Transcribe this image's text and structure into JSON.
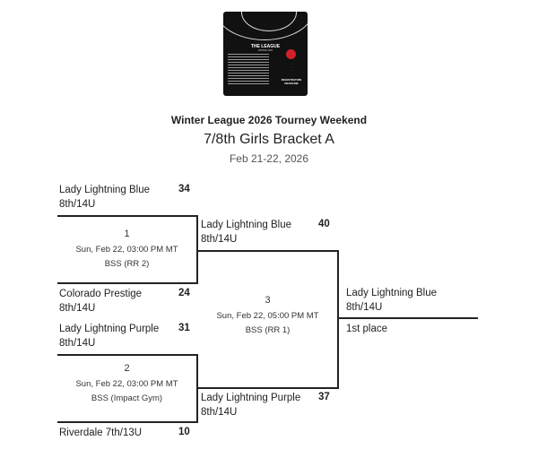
{
  "header": {
    "logo_alt": "The League Winter 2026 flyer",
    "logo_title": "THE LEAGUE",
    "logo_subtitle": "WINTER 2026",
    "logo_registration": "REGISTRATION DEADLINE",
    "event_name": "Winter League 2026 Tourney Weekend",
    "bracket_title": "7/8th Girls Bracket A",
    "dates": "Feb 21-22, 2026"
  },
  "round1": [
    {
      "game_number": "1",
      "datetime": "Sun, Feb 22, 03:00 PM MT",
      "location": "BSS (RR 2)",
      "top": {
        "name": "Lady Lightning Blue",
        "division": "8th/14U",
        "score": "34"
      },
      "bottom": {
        "name": "Colorado Prestige",
        "division": "8th/14U",
        "score": "24"
      }
    },
    {
      "game_number": "2",
      "datetime": "Sun, Feb 22, 03:00 PM MT",
      "location": "BSS (Impact Gym)",
      "top": {
        "name": "Lady Lightning Purple",
        "division": "8th/14U",
        "score": "31"
      },
      "bottom": {
        "name": "Riverdale 7th/13U",
        "division": "",
        "score": "10"
      }
    }
  ],
  "round2": {
    "game_number": "3",
    "datetime": "Sun, Feb 22, 05:00 PM MT",
    "location": "BSS (RR 1)",
    "top": {
      "name": "Lady Lightning Blue",
      "division": "8th/14U",
      "score": "40"
    },
    "bottom": {
      "name": "Lady Lightning Purple",
      "division": "8th/14U",
      "score": "37"
    }
  },
  "final": {
    "name": "Lady Lightning Blue",
    "division": "8th/14U",
    "place": "1st place"
  }
}
